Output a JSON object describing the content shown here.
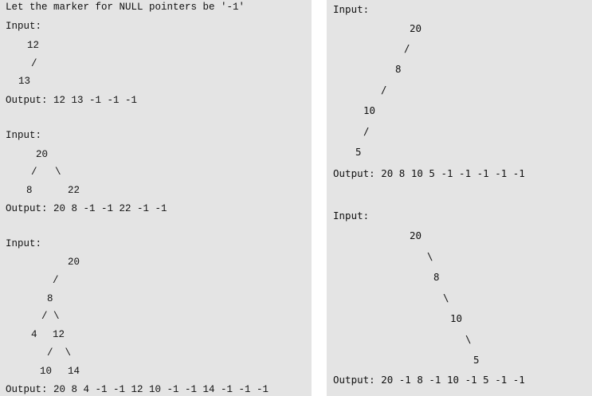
{
  "left": {
    "intro": "Let the marker for NULL pointers be '-1'",
    "ex1": {
      "input_label": "Input:",
      "tree": [
        "12",
        "/",
        "13"
      ],
      "output": "Output: 12 13 -1 -1 -1"
    },
    "ex2": {
      "input_label": "Input:",
      "tree": [
        "20",
        "/   \\",
        "8",
        "22"
      ],
      "output": "Output: 20 8 -1 -1 22 -1 -1"
    },
    "ex3": {
      "input_label": "Input:",
      "tree": [
        "20",
        "/",
        "8",
        "/ \\",
        "4",
        "12",
        "/  \\",
        "10",
        "14"
      ],
      "output": "Output: 20 8 4 -1 -1 12 10 -1 -1 14 -1 -1 -1"
    }
  },
  "right": {
    "ex4": {
      "input_label": "Input:",
      "tree": [
        "20",
        "/",
        "8",
        "/",
        "10",
        "/",
        "5"
      ],
      "output": "Output: 20 8 10 5 -1 -1 -1 -1 -1"
    },
    "ex5": {
      "input_label": "Input:",
      "tree": [
        "20",
        "\\",
        "8",
        "\\",
        "10",
        "\\",
        "5"
      ],
      "output": "Output: 20 -1 8 -1 10 -1 5 -1 -1"
    }
  }
}
